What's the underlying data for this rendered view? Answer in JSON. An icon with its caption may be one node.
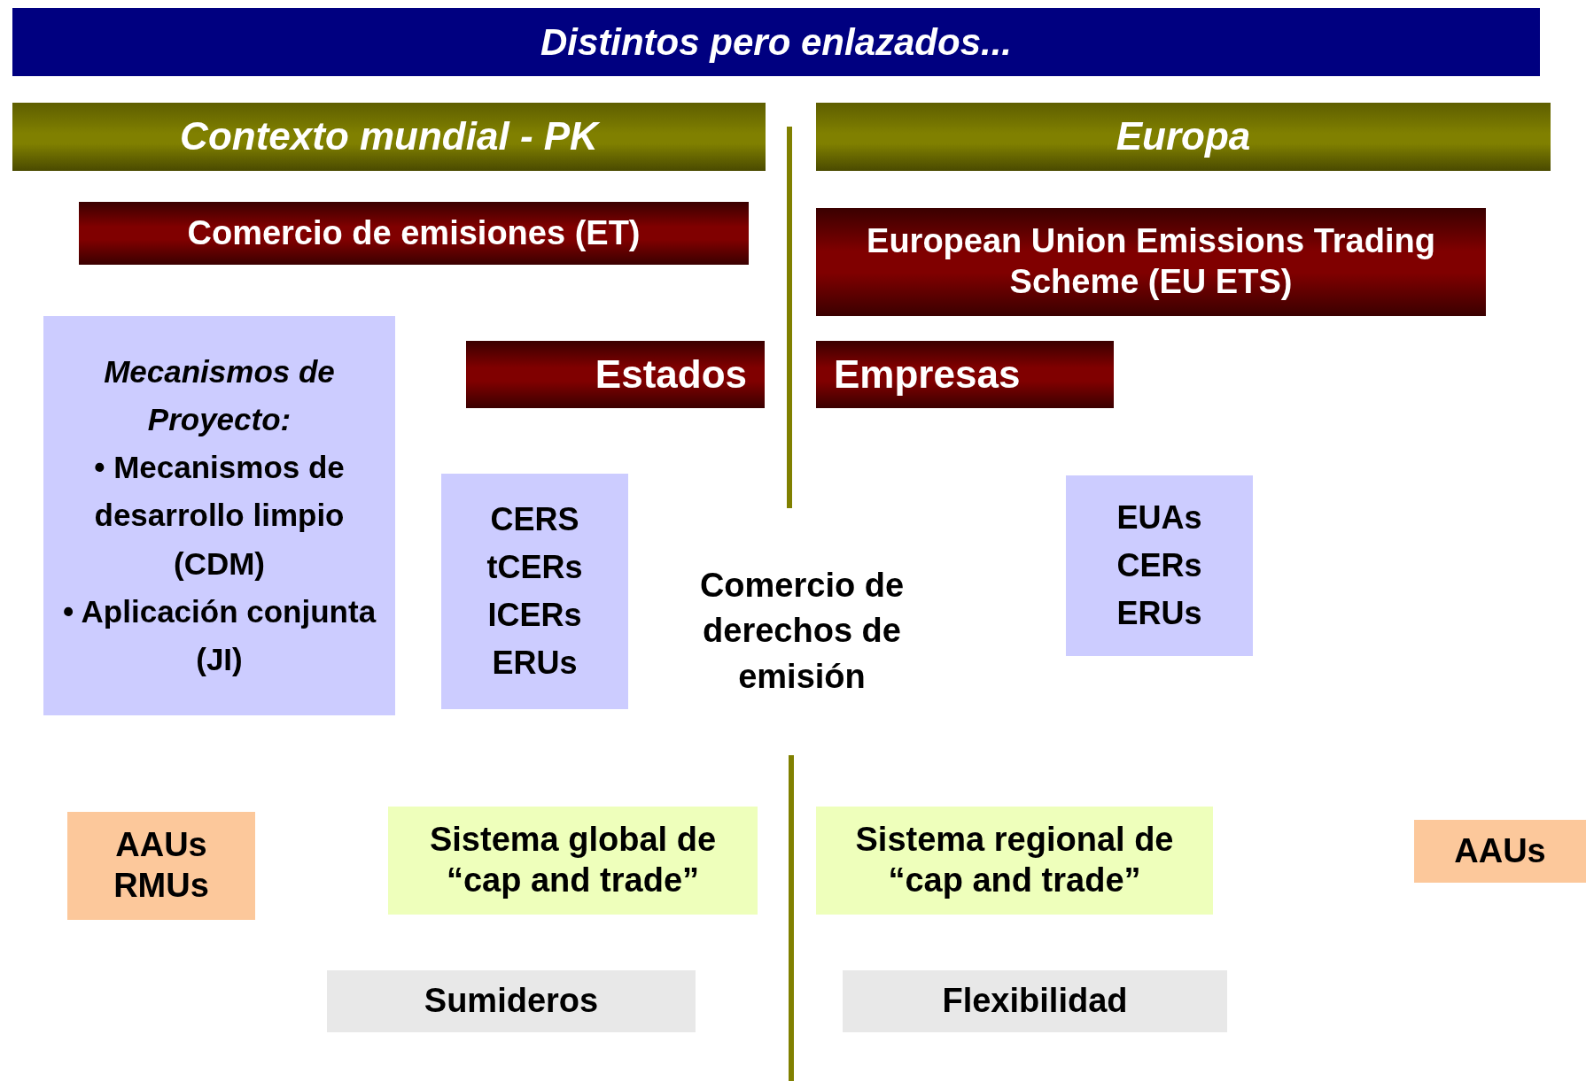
{
  "diagram": {
    "title": "Distintos pero enlazados...",
    "nodes": [
      {
        "text": [
          "Contexto mundial - PK"
        ]
      },
      {
        "text": [
          "Europa"
        ]
      },
      {
        "text": [
          "Comercio de emisiones (ET)"
        ]
      },
      {
        "text": [
          "European Union Emissions Trading Scheme (EU ETS)"
        ]
      },
      {
        "text": [
          "Mecanismos de Proyecto:",
          "• Mecanismos de desarrollo limpio (CDM)",
          "• Aplicación conjunta (JI)"
        ]
      },
      {
        "text": [
          "Estados"
        ]
      },
      {
        "text": [
          "Empresas"
        ]
      },
      {
        "text": [
          "CERS",
          "tCERs",
          "ICERs",
          "ERUs"
        ]
      },
      {
        "text": [
          "EUAs",
          "CERs",
          "ERUs"
        ]
      },
      {
        "text": [
          "AAUs RMUs"
        ]
      },
      {
        "text": [
          "Sistema global de “cap and trade”"
        ]
      },
      {
        "text": [
          "Sistema regional de “cap and trade”"
        ]
      },
      {
        "text": [
          "AAUs"
        ]
      },
      {
        "text": [
          "Sumideros"
        ]
      },
      {
        "text": [
          "Flexibilidad"
        ]
      }
    ],
    "labels": [
      "Comercio de derechos de emisión"
    ]
  }
}
